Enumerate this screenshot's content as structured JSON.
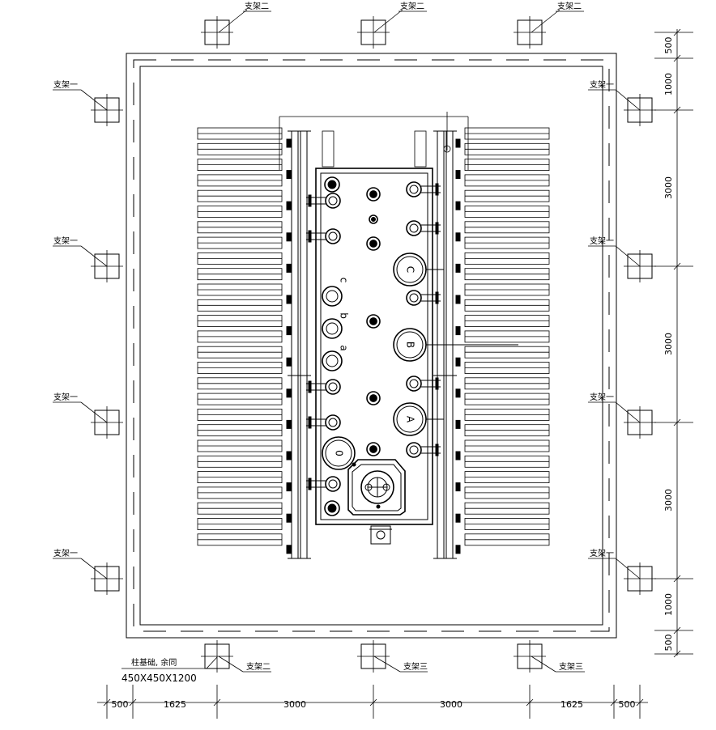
{
  "labels": {
    "support_1": "支架一",
    "support_2": "支架二",
    "support_3": "支架三",
    "foundation_note": "柱基础, 余同",
    "foundation_size": "450X450X1200"
  },
  "bushings": {
    "hv": [
      "A",
      "B",
      "C"
    ],
    "lv": [
      "a",
      "b",
      "c"
    ],
    "neutral": "0"
  },
  "dimensions": {
    "bottom": [
      "500",
      "1625",
      "3000",
      "3000",
      "1625",
      "500"
    ],
    "right": [
      "500",
      "1000",
      "3000",
      "3000",
      "3000",
      "1000",
      "500"
    ]
  }
}
